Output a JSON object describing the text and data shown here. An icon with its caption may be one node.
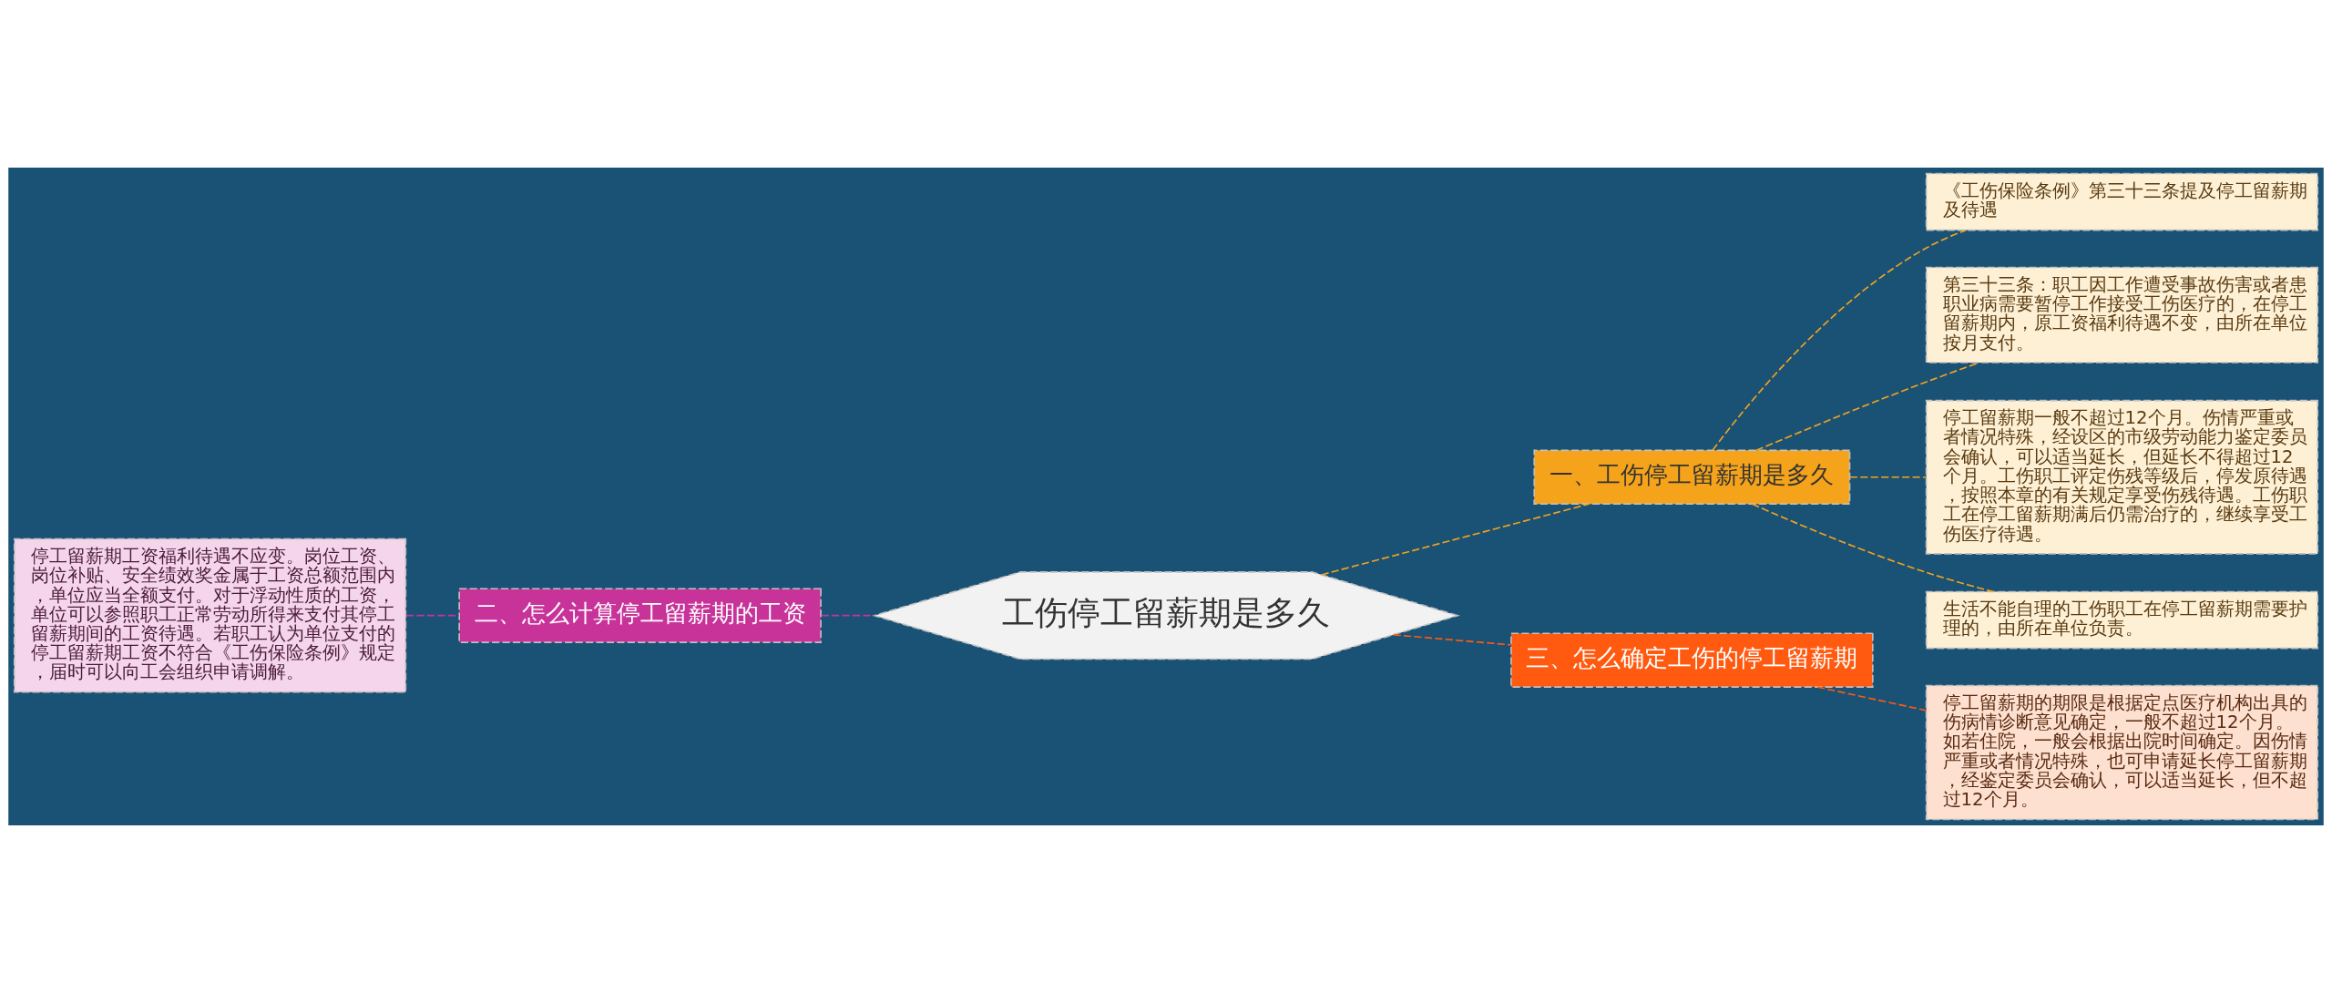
{
  "diagram": {
    "nodes": [
      {
        "text": [
          "工伤停工留薪期是多久"
        ]
      },
      {
        "text": [
          "一、工伤停工留薪期是多久"
        ]
      },
      {
        "text": [
          "《工伤保险条例》第三十三条提及停工留薪期及待遇"
        ]
      },
      {
        "text": [
          "第三十三条：职工因工作遭受事故伤害或者患职业病需要暂停工作接受工伤医疗的，在停工留薪期内，原工资福利待遇不变，由所在单位按月支付。"
        ]
      },
      {
        "text": [
          "停工留薪期一般不超过12个月。伤情严重或者情况特殊，经设区的市级劳动能力鉴定委员会确认，可以适当延长，但延长不得超过12个月。工伤职工评定伤残等级后，停发原待遇，按照本章的有关规定享受伤残待遇。工伤职工在停工留薪期满后仍需治疗的，继续享受工伤医疗待遇。"
        ]
      },
      {
        "text": [
          "生活不能自理的工伤职工在停工留薪期需要护理的，由所在单位负责。"
        ]
      },
      {
        "text": [
          "三、怎么确定工伤的停工留薪期"
        ]
      },
      {
        "text": [
          "停工留薪期的期限是根据定点医疗机构出具的伤病情诊断意见确定，一般不超过12个月。如若住院，一般会根据出院时间确定。因伤情严重或者情况特殊，也可申请延长停工留薪期，经鉴定委员会确认，可以适当延长，但不超过12个月。"
        ]
      },
      {
        "text": [
          "二、怎么计算停工留薪期的工资"
        ]
      },
      {
        "text": [
          "停工留薪期工资福利待遇不应变。岗位工资、岗位补贴、安全绩效奖金属于工资总额范围内，单位应当全额支付。对于浮动性质的工资，单位可以参照职工正常劳动所得来支付其停工留薪期间的工资待遇。若职工认为单位支付的停工留薪期工资不符合《工伤保险条例》规定，届时可以向工会组织申请调解。"
        ]
      }
    ],
    "edges": [
      {
        "from": 0,
        "to": 1,
        "arrow": "none",
        "style": "dashed",
        "color": "#f5a31a"
      },
      {
        "from": 1,
        "to": 2,
        "arrow": "none",
        "style": "dashed",
        "color": "#f5a31a"
      },
      {
        "from": 1,
        "to": 3,
        "arrow": "none",
        "style": "dashed",
        "color": "#f5a31a"
      },
      {
        "from": 1,
        "to": 4,
        "arrow": "none",
        "style": "dashed",
        "color": "#f5a31a"
      },
      {
        "from": 1,
        "to": 5,
        "arrow": "none",
        "style": "dashed",
        "color": "#f5a31a"
      },
      {
        "from": 0,
        "to": 6,
        "arrow": "none",
        "style": "dashed",
        "color": "#ff5a10"
      },
      {
        "from": 6,
        "to": 7,
        "arrow": "none",
        "style": "dashed",
        "color": "#ff5a10"
      },
      {
        "from": 0,
        "to": 8,
        "arrow": "none",
        "style": "dashed",
        "color": "#c8339a"
      },
      {
        "from": 8,
        "to": 9,
        "arrow": "none",
        "style": "dashed",
        "color": "#c8339a"
      }
    ]
  }
}
